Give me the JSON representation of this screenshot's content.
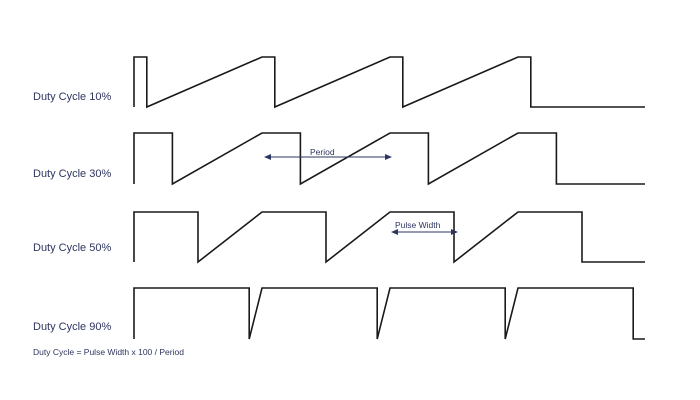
{
  "rows": [
    {
      "label": "Duty Cycle 10%",
      "duty": 0.1
    },
    {
      "label": "Duty Cycle 30%",
      "duty": 0.3
    },
    {
      "label": "Duty Cycle 50%",
      "duty": 0.5
    },
    {
      "label": "Duty Cycle 90%",
      "duty": 0.9
    }
  ],
  "pulses_per_row": 4,
  "annotations": {
    "period": "Period",
    "pulse_width": "Pulse Width"
  },
  "formula": "Duty Cycle = Pulse Width x 100 / Period",
  "colors": {
    "waveform": "#1a1a1a",
    "text": "#2e3560",
    "background": "#ffffff"
  }
}
